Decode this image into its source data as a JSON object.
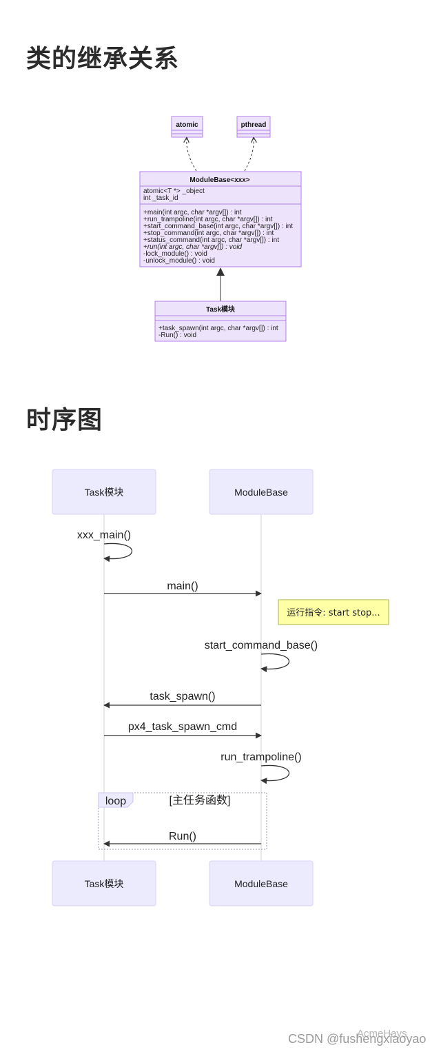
{
  "headings": {
    "class_section": "类的继承关系",
    "sequence_section": "时序图"
  },
  "class_diagram": {
    "atomic": {
      "name": "atomic"
    },
    "pthread": {
      "name": "pthread"
    },
    "module_base": {
      "name": "ModuleBase<xxx>",
      "attributes": [
        "atomic<T *> _object",
        "int _task_id"
      ],
      "methods": [
        {
          "text": "+main(int argc, char *argv[]) : int",
          "italic": false
        },
        {
          "text": "+run_trampoline(int argc, char *argv[]) : int",
          "italic": false
        },
        {
          "text": "+start_command_base(int argc, char *argv[]) : int",
          "italic": false
        },
        {
          "text": "+stop_command(int argc, char *argv[]) : int",
          "italic": false
        },
        {
          "text": "+status_command(int argc, char *argv[]) : int",
          "italic": false
        },
        {
          "text": "+run(int argc, char *argv[]) : void",
          "italic": true
        },
        {
          "text": "-lock_module() : void",
          "italic": false
        },
        {
          "text": "-unlock_module() : void",
          "italic": false
        }
      ]
    },
    "task": {
      "name": "Task模块",
      "methods": [
        {
          "text": "+task_spawn(int argc, char *argv[]) : int",
          "italic": false
        },
        {
          "text": "-Run() : void",
          "italic": false
        }
      ]
    }
  },
  "sequence_diagram": {
    "actors": [
      "Task模块",
      "ModuleBase"
    ],
    "messages": [
      {
        "label": "xxx_main()"
      },
      {
        "label": "main()"
      },
      {
        "label": "start_command_base()"
      },
      {
        "label": "task_spawn()"
      },
      {
        "label": "px4_task_spawn_cmd"
      },
      {
        "label": "run_trampoline()"
      },
      {
        "label": "Run()"
      }
    ],
    "note": "运行指令: start stop...",
    "loop": {
      "keyword": "loop",
      "label": "[主任务函数]"
    }
  },
  "watermark": {
    "main": "CSDN @fushengxiaoyao",
    "overlay": "AcmeHays"
  },
  "colors": {
    "class_fill": "#ede4fc",
    "class_stroke": "#b37feb",
    "actor_fill": "#ecebfe",
    "actor_stroke": "#d7d3f5",
    "note_fill": "#ffffa6",
    "note_stroke": "#a8b54c",
    "lifeline": "#d0d0d0",
    "arrow": "#333333"
  }
}
